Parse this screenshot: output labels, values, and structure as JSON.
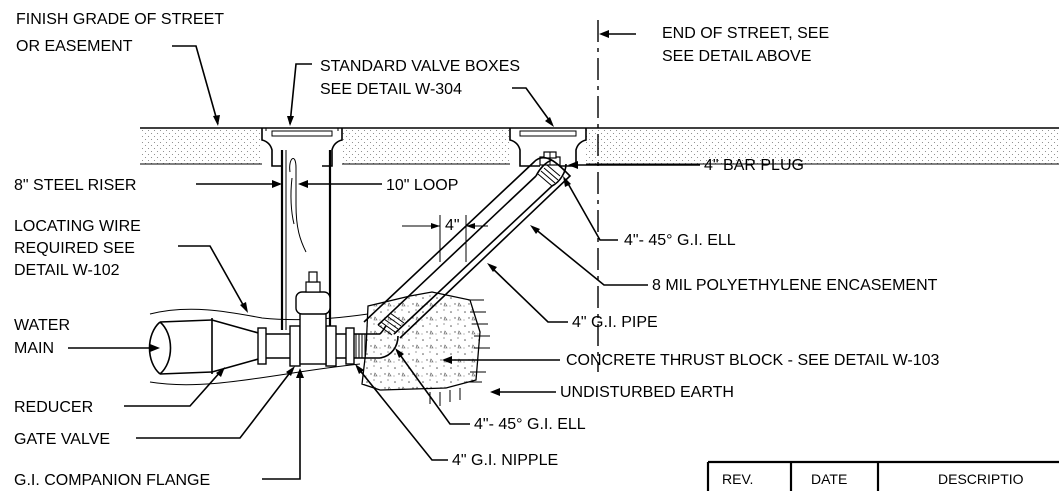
{
  "callouts": {
    "finish_grade_1": "FINISH GRADE OF STREET",
    "finish_grade_2": "OR EASEMENT",
    "valve_boxes_1": "STANDARD VALVE BOXES",
    "valve_boxes_2": "SEE DETAIL W-304",
    "end_street_1": "END OF STREET, SEE",
    "end_street_2": "SEE DETAIL ABOVE",
    "bar_plug": "4\" BAR PLUG",
    "steel_riser": "8\" STEEL RISER",
    "loop": "10\" LOOP",
    "dim_4": "4\"",
    "locating_wire_1": "LOCATING WIRE",
    "locating_wire_2": "REQUIRED SEE",
    "locating_wire_3": "DETAIL W-102",
    "ell_top": "4\"- 45° G.I. ELL",
    "polyethylene": "8 MIL POLYETHYLENE ENCASEMENT",
    "water_main_1": "WATER",
    "water_main_2": "MAIN",
    "gi_pipe": "4\" G.I. PIPE",
    "thrust_block": "CONCRETE THRUST BLOCK - SEE DETAIL W-103",
    "undisturbed_earth": "UNDISTURBED EARTH",
    "reducer": "REDUCER",
    "ell_bottom": "4\"- 45° G.I. ELL",
    "gate_valve": "GATE VALVE",
    "gi_nipple": "4\" G.I. NIPPLE",
    "companion_flange": "G.I. COMPANION FLANGE"
  },
  "revision_table": {
    "headers": [
      "REV.",
      "DATE",
      "DESCRIPTIO"
    ]
  }
}
